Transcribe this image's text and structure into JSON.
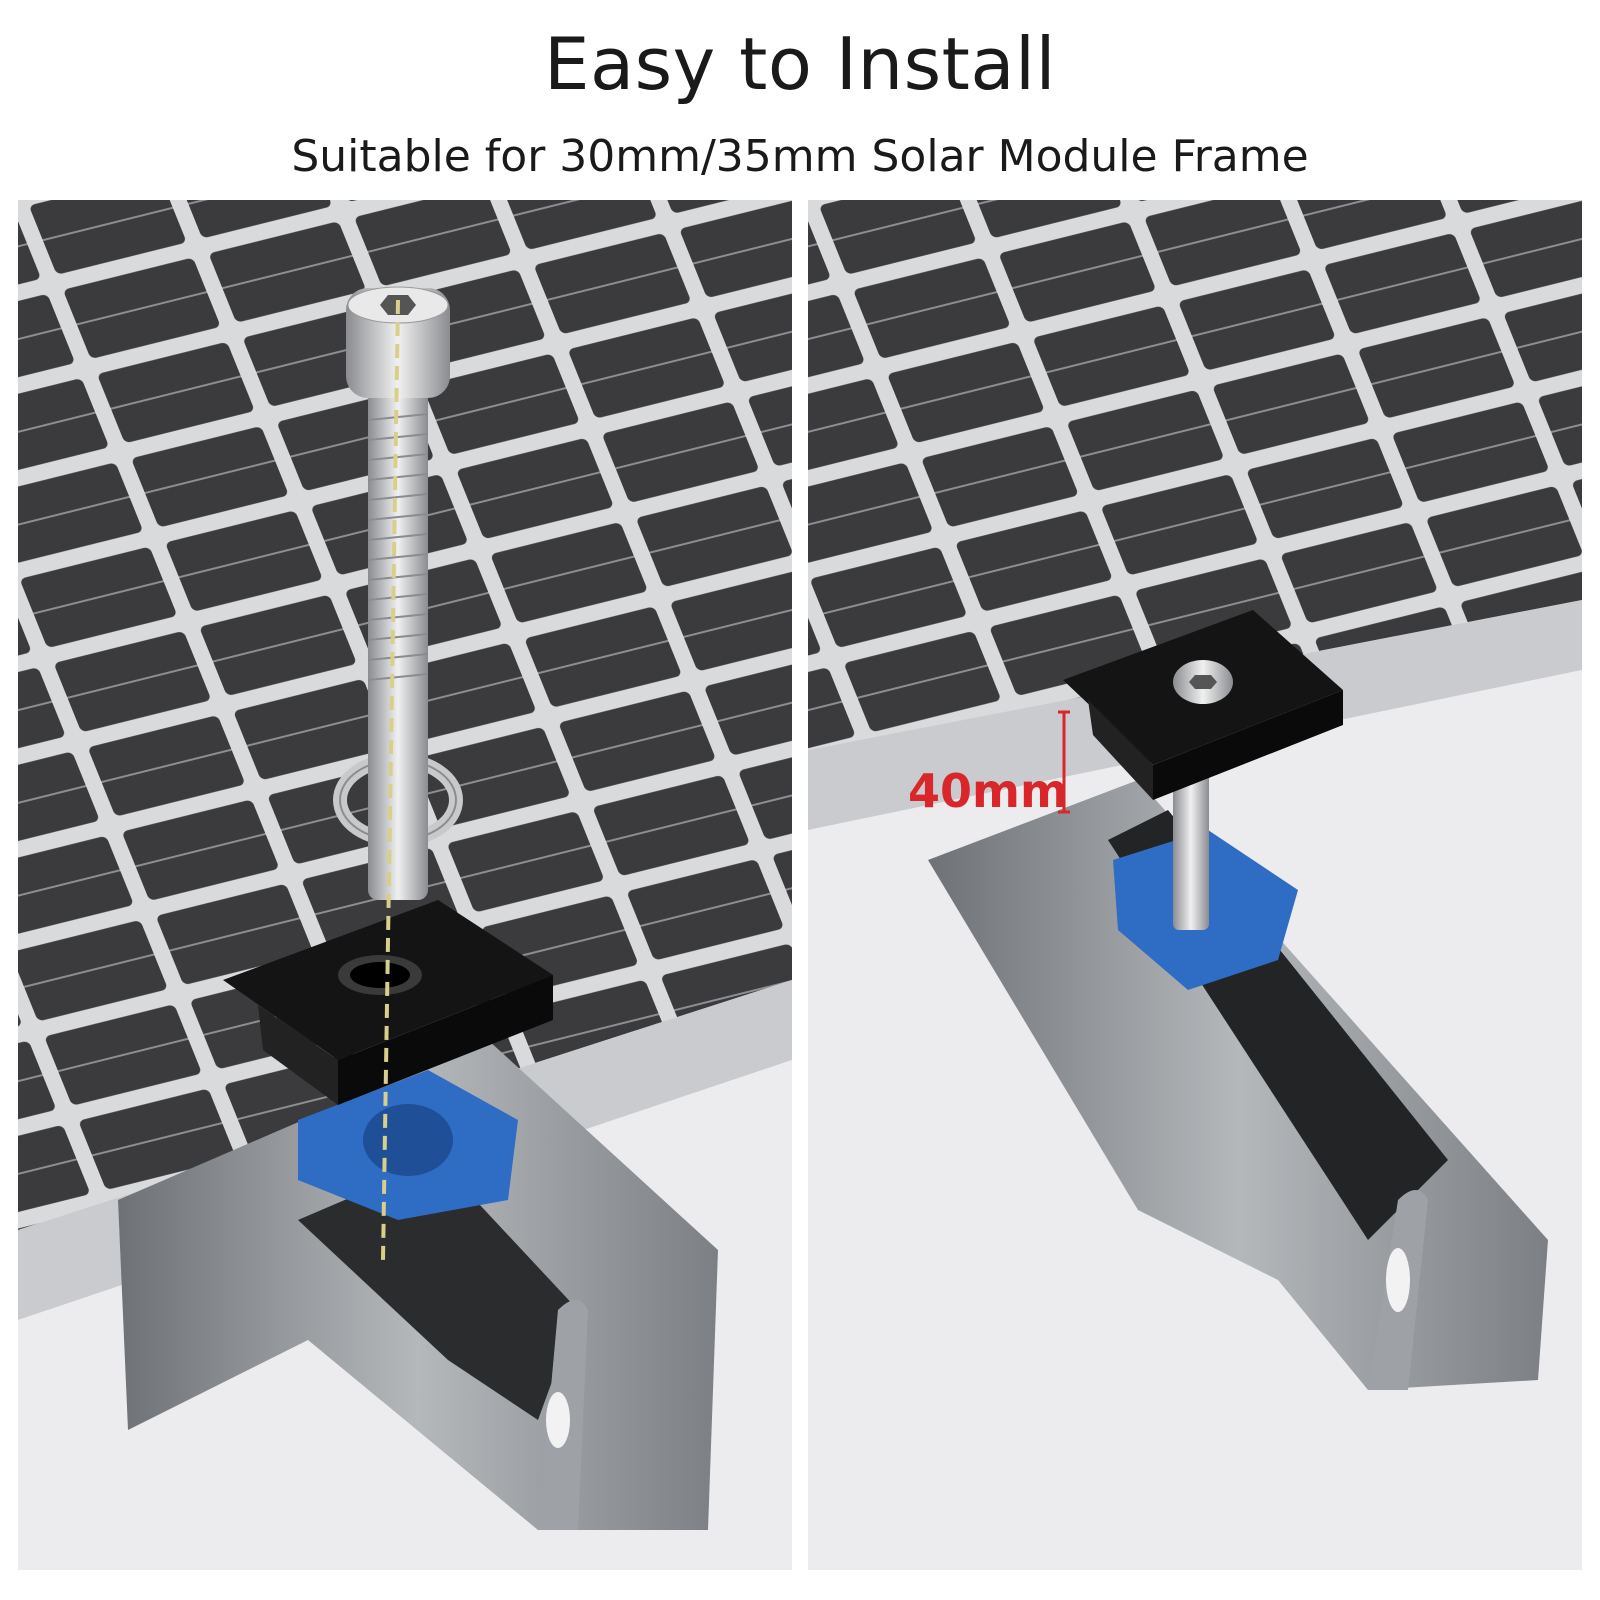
{
  "header": {
    "title": "Easy to Install",
    "subtitle": "Suitable for 30mm/35mm Solar Module Frame"
  },
  "panels": [
    {
      "id": "left",
      "scene": "exploded view: hex socket bolt, spring washer, black mid clamp, blue channel nut in steel strut under solar panel"
    },
    {
      "id": "right",
      "scene": "assembled view: mid clamp fastened to panel frame on steel strut",
      "measurement": "40mm"
    }
  ],
  "colors": {
    "measurement": "#d8262b",
    "channel_nut": "#2f6cc4",
    "clamp": "#111111",
    "cell": "#3a3a3c",
    "guide_line": "#d8cf8a"
  }
}
